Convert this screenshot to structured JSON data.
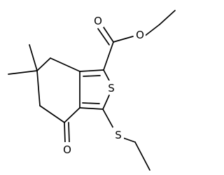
{
  "molecule": {
    "atom_labels": {
      "ring_sulfur": "S",
      "thioether_sulfur": "S",
      "ketone_oxygen": "O",
      "carbonyl_oxygen": "O",
      "ester_oxygen": "O"
    }
  },
  "colors": {
    "bond": "#000000",
    "label": "#000000",
    "background": "#ffffff"
  }
}
